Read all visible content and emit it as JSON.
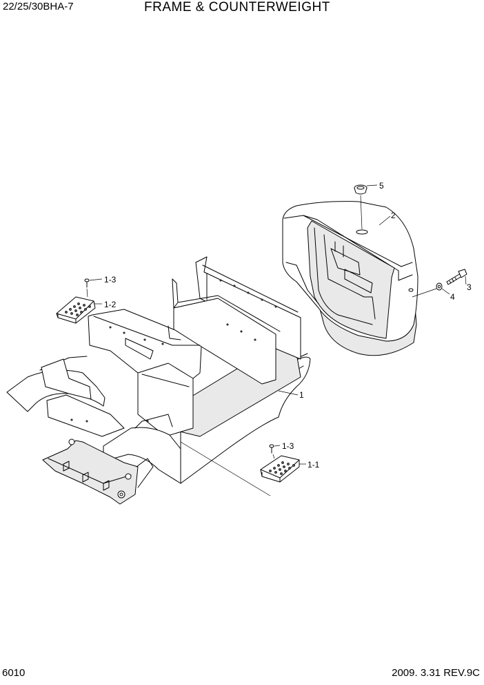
{
  "header": {
    "model": "22/25/30BHA-7",
    "title": "FRAME & COUNTERWEIGHT"
  },
  "footer": {
    "page_number": "6010",
    "date_revision": "2009. 3.31  REV.9C"
  },
  "callouts": {
    "frame": "1",
    "step_right": "1-1",
    "step_left": "1-2",
    "screw_left": "1-3",
    "screw_right": "1-3",
    "counterweight": "2",
    "bolt": "3",
    "washer": "4",
    "plug": "5"
  }
}
